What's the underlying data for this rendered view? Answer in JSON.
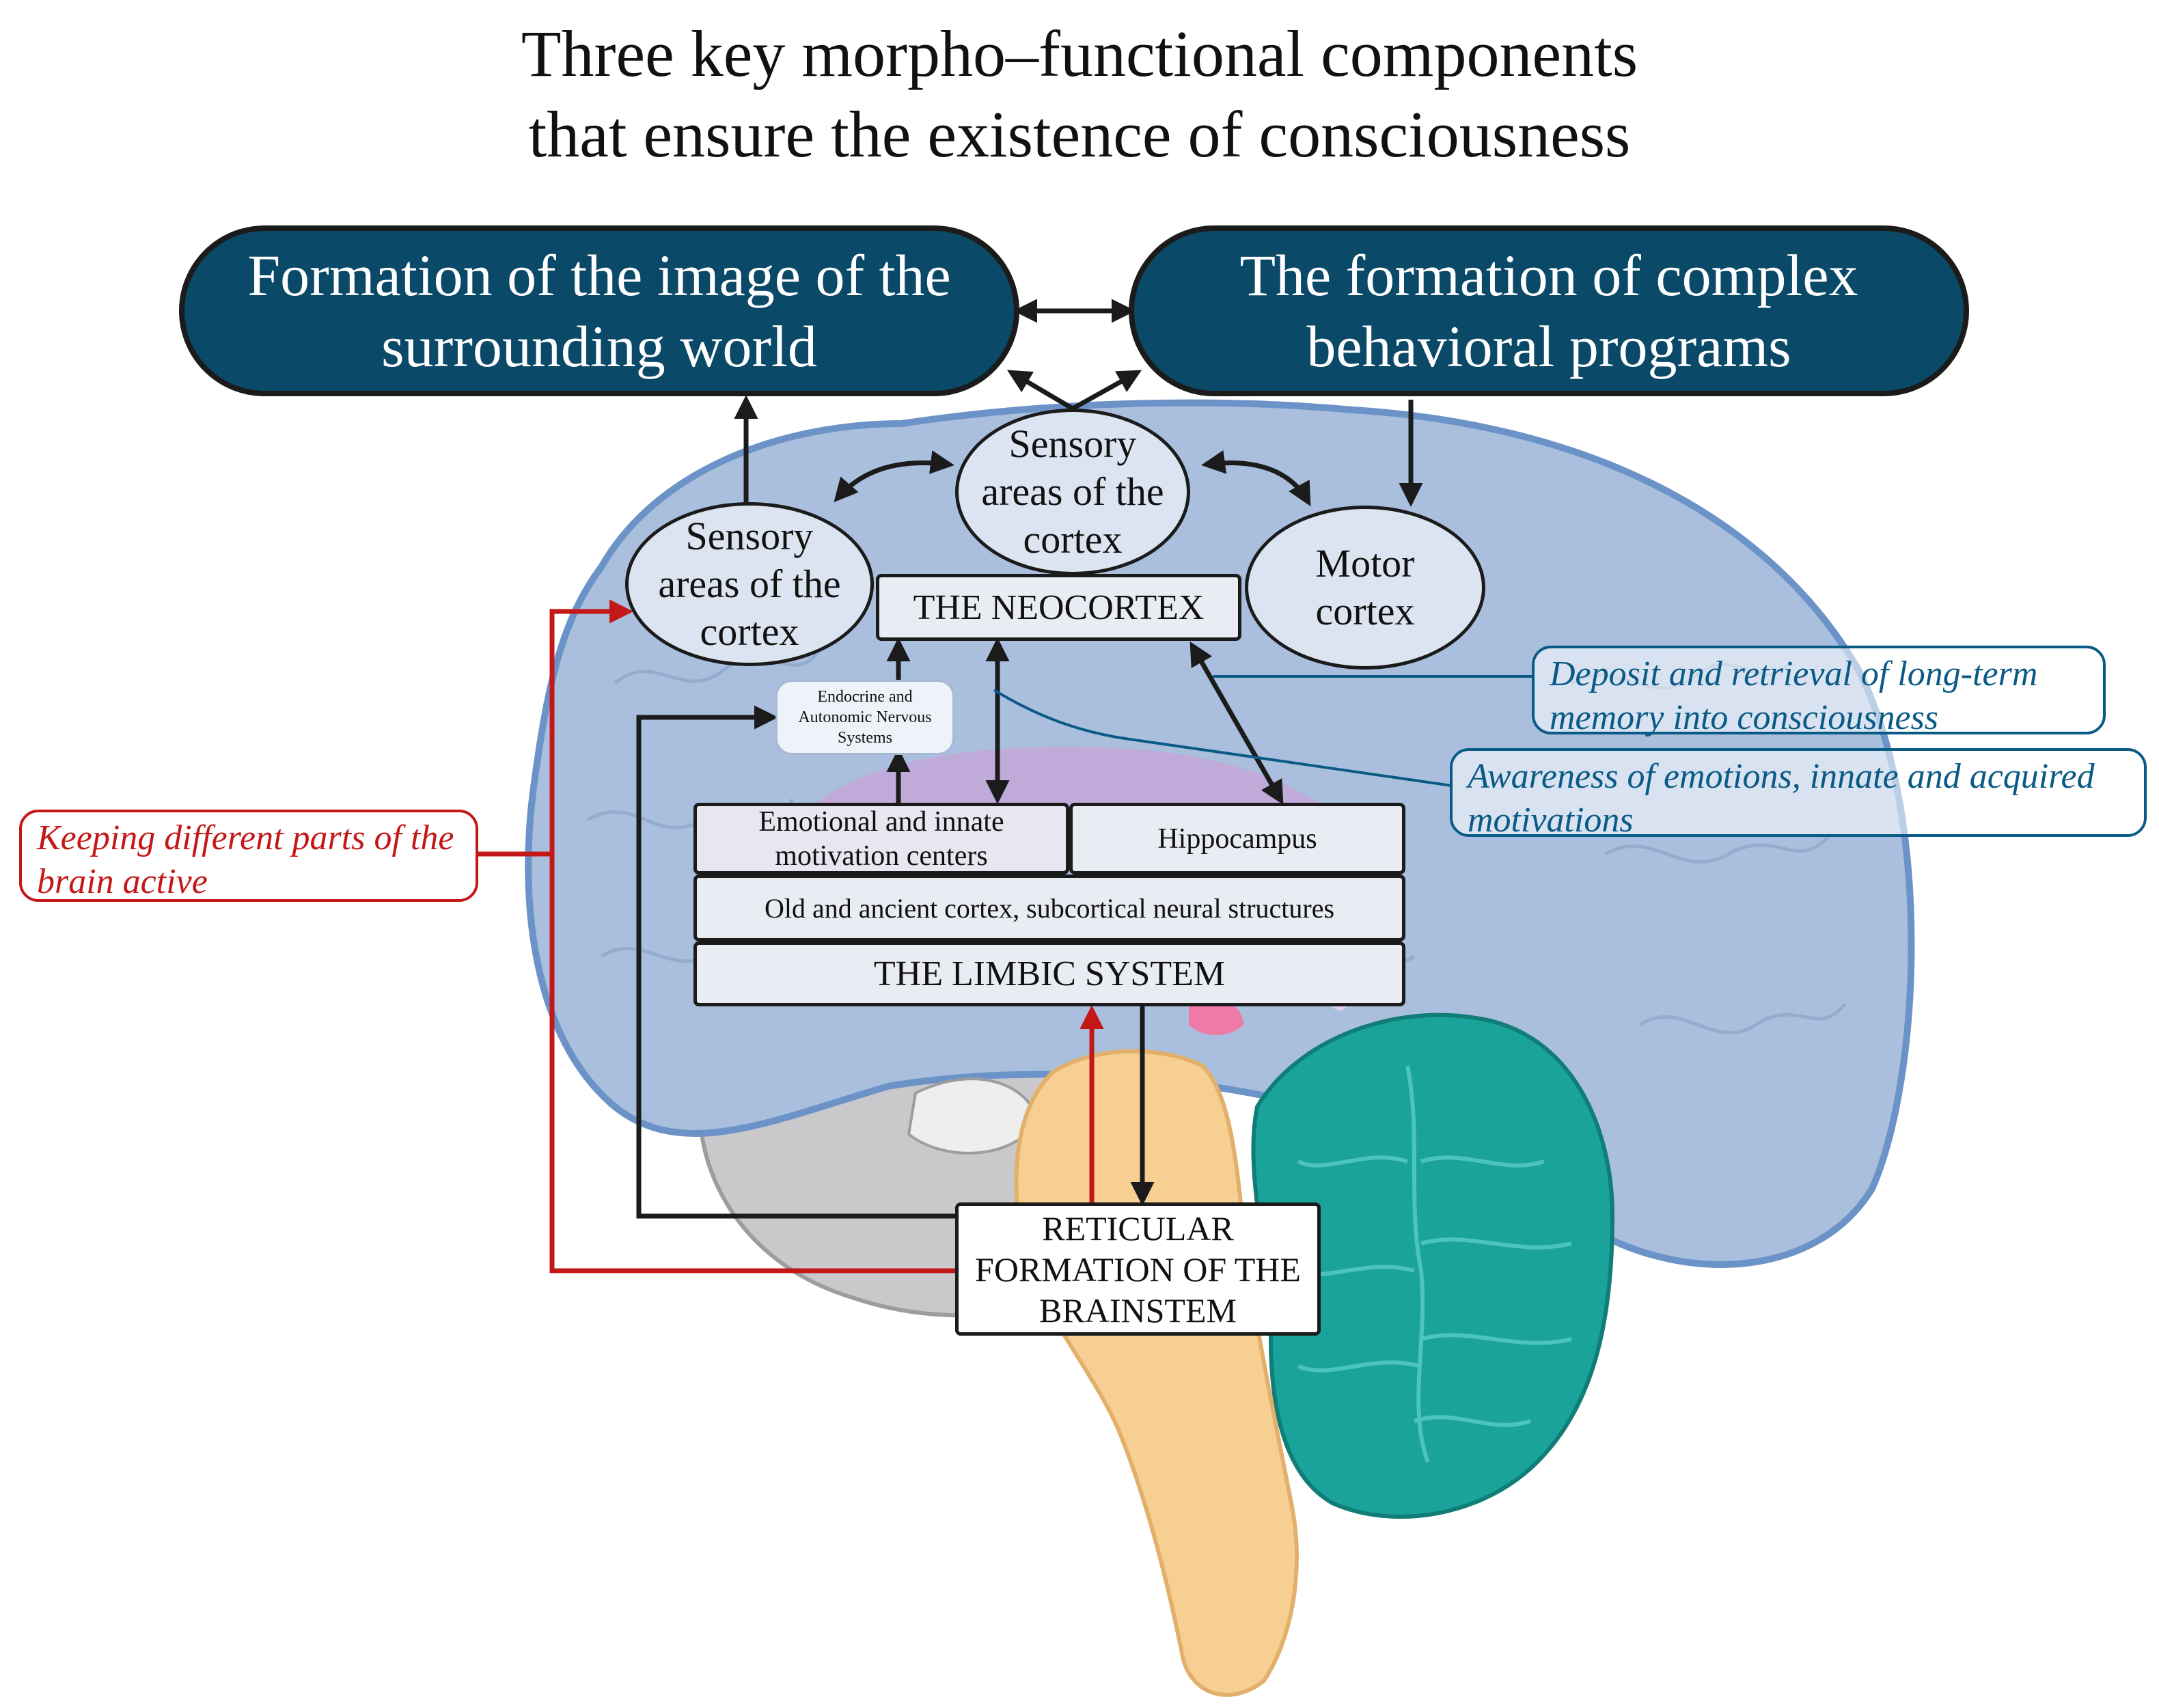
{
  "title": {
    "line1": "Three  key  morpho–functional  components",
    "line2": "that ensure the existence of consciousness"
  },
  "components": {
    "world_image": "Formation of the image of the surrounding world",
    "behavior": "The formation of complex behavioral programs"
  },
  "cortex": {
    "sensory_left": "Sensory areas of the cortex",
    "sensory_center": "Sensory areas of the cortex",
    "motor": "Motor cortex",
    "neocortex": "THE NEOCORTEX"
  },
  "limbic": {
    "endocrine": "Endocrine and Autonomic Nervous Systems",
    "emotional": "Emotional and innate motivation centers",
    "hippocampus": "Hippocampus",
    "old_cortex": "Old and ancient cortex, subcortical neural structures",
    "limbic_system": "THE LIMBIC SYSTEM"
  },
  "brainstem": {
    "reticular": "RETICULAR FORMATION OF THE BRAINSTEM"
  },
  "notes": {
    "memory": "Deposit and retrieval of long-term memory into consciousness",
    "emotions": "Awareness of emotions, innate and acquired motivations",
    "active": "Keeping different parts of the brain active"
  },
  "colors": {
    "pill_fill": "#0a4967",
    "cortex_blue": "#a9bfdd",
    "cerebellum_teal": "#1aa39a",
    "brainstem_orange": "#f7cf92",
    "activation_red": "#c41818",
    "note_blue": "#0a5a86"
  }
}
